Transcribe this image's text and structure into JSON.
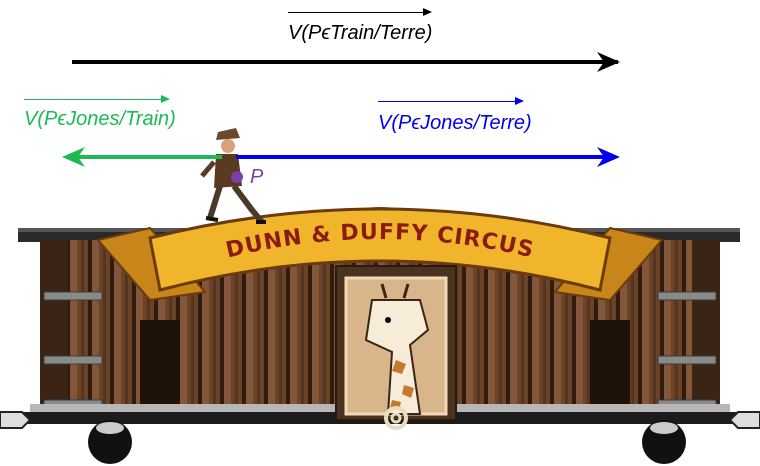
{
  "labels": {
    "train_vs_earth": "V(PϵTrain/Terre)",
    "jones_vs_train": "V(PϵJones/Train)",
    "jones_vs_earth": "V(PϵJones/Terre)",
    "point": "P"
  },
  "banner_text": "DUNN & DUFFY CIRCUS",
  "colors": {
    "train_vs_earth": "#000000",
    "jones_vs_train": "#1db954",
    "jones_vs_earth": "#0000ee",
    "point": "#7a3fa8",
    "wood_dark": "#3b2416",
    "wood_mid": "#6b4428",
    "banner": "#d99a1a",
    "banner_text": "#8a1a12"
  },
  "icons": {
    "character": "indiana-jones-icon",
    "poster": "giraffe-icon",
    "coupler": "rope-coil-icon"
  }
}
